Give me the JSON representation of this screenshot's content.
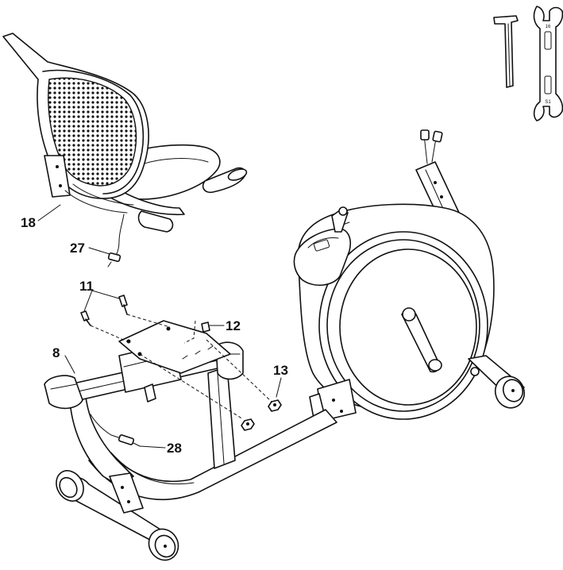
{
  "callouts": {
    "c18": "18",
    "c27": "27",
    "c11": "11",
    "c12": "12",
    "c8": "8",
    "c13": "13",
    "c28": "28"
  },
  "wrench_text": {
    "top": "16",
    "bottom": "S1"
  },
  "icons": [
    "allen-key-icon",
    "open-end-wrench-icon"
  ]
}
